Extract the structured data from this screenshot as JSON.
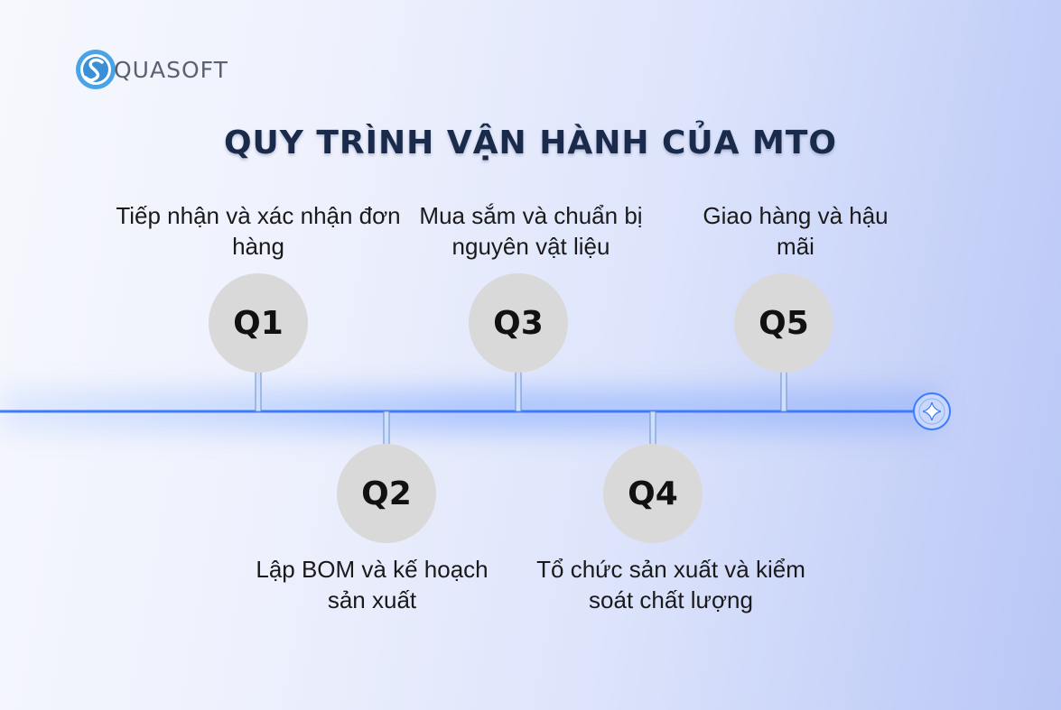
{
  "brand": {
    "name": "QUASOFT"
  },
  "title": "QUY TRÌNH VẬN HÀNH CỦA MTO",
  "steps": [
    {
      "code": "Q1",
      "label": "Tiếp nhận và xác nhận đơn hàng"
    },
    {
      "code": "Q2",
      "label": "Lập BOM và kế hoạch sản xuất"
    },
    {
      "code": "Q3",
      "label": "Mua sắm và chuẩn bị nguyên vật liệu"
    },
    {
      "code": "Q4",
      "label": "Tổ chức sản xuất và kiểm soát chất lượng"
    },
    {
      "code": "Q5",
      "label": "Giao hàng và hậu mãi"
    }
  ],
  "colors": {
    "timeline": "#3d7cff",
    "node": "#d9d9d9",
    "title": "#1a2a4a"
  },
  "icons": {
    "timeline_end": "sparkle-icon"
  }
}
